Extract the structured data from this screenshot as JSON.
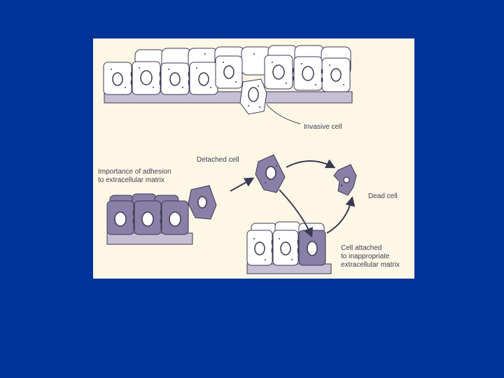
{
  "figure": {
    "labels": {
      "invasive_cell": "Invasive cell",
      "adhesion_line1": "Importance of adhesion",
      "adhesion_line2": "to extracellular matrix",
      "detached_cell": "Detached cell",
      "dead_cell": "Dead cell",
      "attached_line1": "Cell attached",
      "attached_line2": "to inappropriate",
      "attached_line3": "extracellular matrix"
    },
    "colors": {
      "slide_background": "#003399",
      "panel_background": "#fff7e6",
      "normal_cell_fill": "#ffffff",
      "abnormal_cell_fill": "#8a7fa6",
      "outline": "#3a3a55",
      "matrix_fill": "#c7bfd4",
      "arrow": "#3a3a55"
    }
  }
}
